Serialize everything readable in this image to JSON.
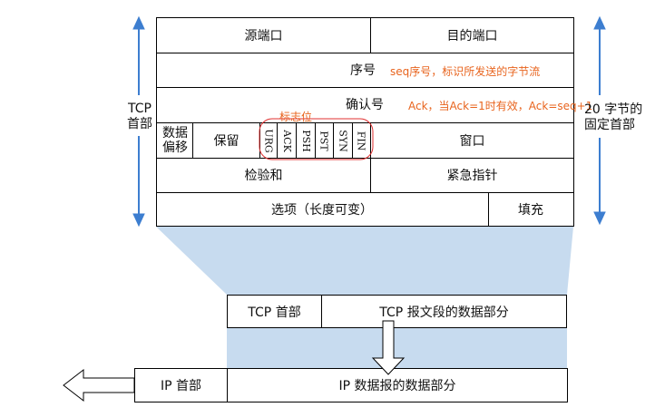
{
  "header": {
    "src_port": "源端口",
    "dst_port": "目的端口",
    "seq": "序号",
    "ack_num": "确认号",
    "data_offset": "数据\n偏移",
    "reserved": "保留",
    "flags": [
      "URG",
      "ACK",
      "PSH",
      "PST",
      "SYN",
      "FIN"
    ],
    "window": "窗口",
    "checksum": "检验和",
    "urgent_pointer": "紧急指针",
    "options": "选项（长度可变）",
    "padding": "填充"
  },
  "left_label": "TCP\n首部",
  "right_label": "20 字节的\n固定首部",
  "annotations": {
    "seq_note": "seq序号，标识所发送的字节流",
    "ack_note": "Ack，当Ack=1时有效，Ack=seq+1",
    "flag_note": "标志位"
  },
  "segment": {
    "header": "TCP 首部",
    "data": "TCP 报文段的数据部分"
  },
  "datagram": {
    "header": "IP 首部",
    "data": "IP 数据报的数据部分"
  },
  "colors": {
    "light_blue": "#bcd3ea",
    "arrow_blue": "#3d7ed0",
    "annotation": "#e8641e",
    "flag_ring": "#e03030"
  }
}
